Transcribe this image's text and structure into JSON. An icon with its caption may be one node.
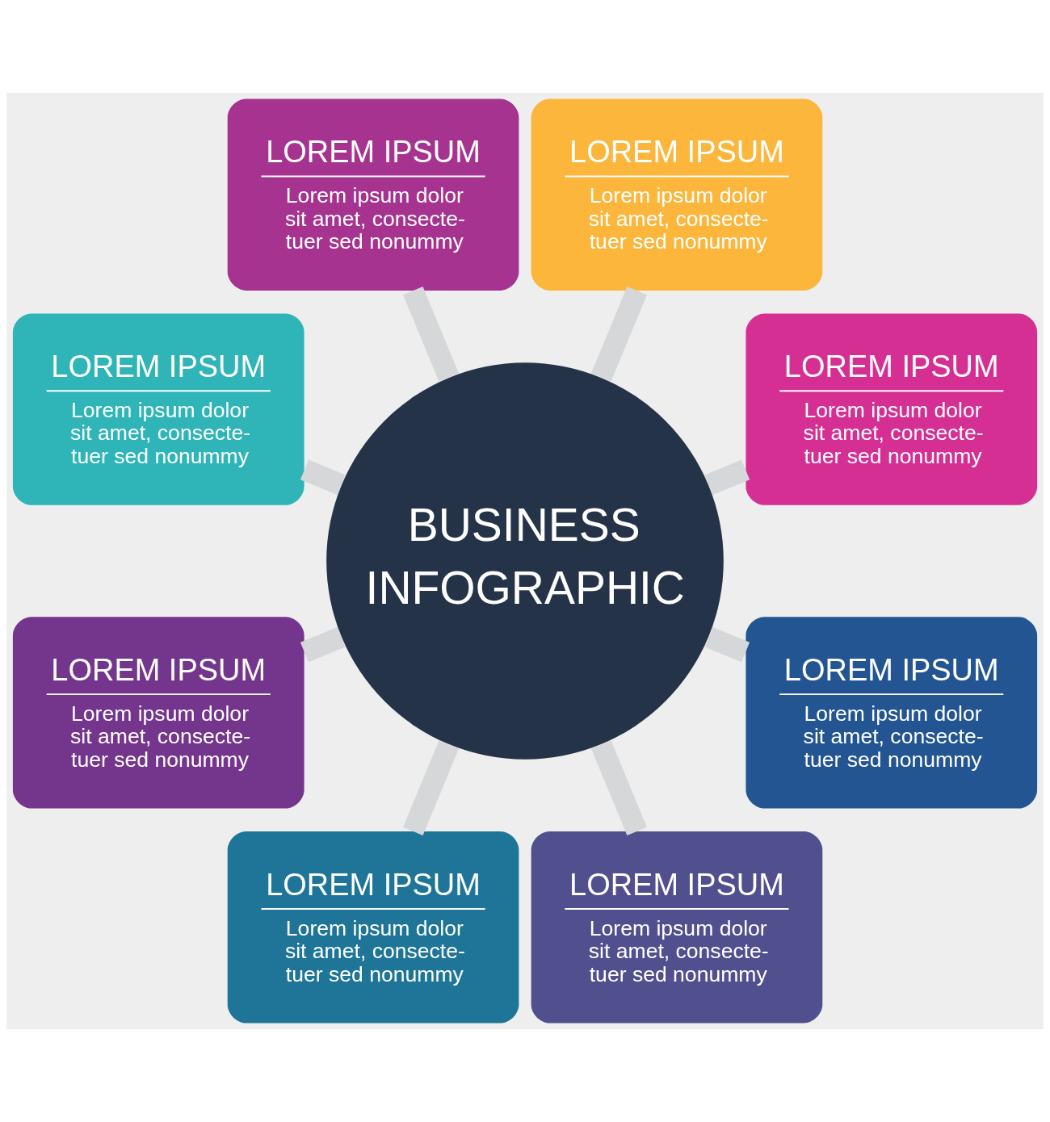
{
  "diagram": {
    "nodes": [
      {
        "text": [
          "BUSINESS",
          "INFOGRAPHIC"
        ]
      },
      {
        "text": [
          "LOREM IPSUM",
          "Lorem ipsum dolor sit amet, consecte- tuer sed nonummy"
        ]
      },
      {
        "text": [
          "LOREM IPSUM",
          "Lorem ipsum dolor sit amet, consecte- tuer sed nonummy"
        ]
      },
      {
        "text": [
          "LOREM IPSUM",
          "Lorem ipsum dolor sit amet, consecte- tuer sed nonummy"
        ]
      },
      {
        "text": [
          "LOREM IPSUM",
          "Lorem ipsum dolor sit amet, consecte- tuer sed nonummy"
        ]
      },
      {
        "text": [
          "LOREM IPSUM",
          "Lorem ipsum dolor sit amet, consecte- tuer sed nonummy"
        ]
      },
      {
        "text": [
          "LOREM IPSUM",
          "Lorem ipsum dolor sit amet, consecte- tuer sed nonummy"
        ]
      },
      {
        "text": [
          "LOREM IPSUM",
          "Lorem ipsum dolor sit amet, consecte- tuer sed nonummy"
        ]
      },
      {
        "text": [
          "LOREM IPSUM",
          "Lorem ipsum dolor sit amet, consecte- tuer sed nonummy"
        ]
      }
    ],
    "edges": [
      {
        "from": 0,
        "to": 1,
        "arrow": "none"
      },
      {
        "from": 0,
        "to": 3,
        "arrow": "none"
      },
      {
        "from": 0,
        "to": 5,
        "arrow": "none"
      },
      {
        "from": 0,
        "to": 7,
        "arrow": "none"
      },
      {
        "from": 0,
        "to": 8,
        "arrow": "none"
      },
      {
        "from": 0,
        "to": 6,
        "arrow": "none"
      },
      {
        "from": 0,
        "to": 4,
        "arrow": "none"
      },
      {
        "from": 0,
        "to": 2,
        "arrow": "none"
      }
    ]
  }
}
